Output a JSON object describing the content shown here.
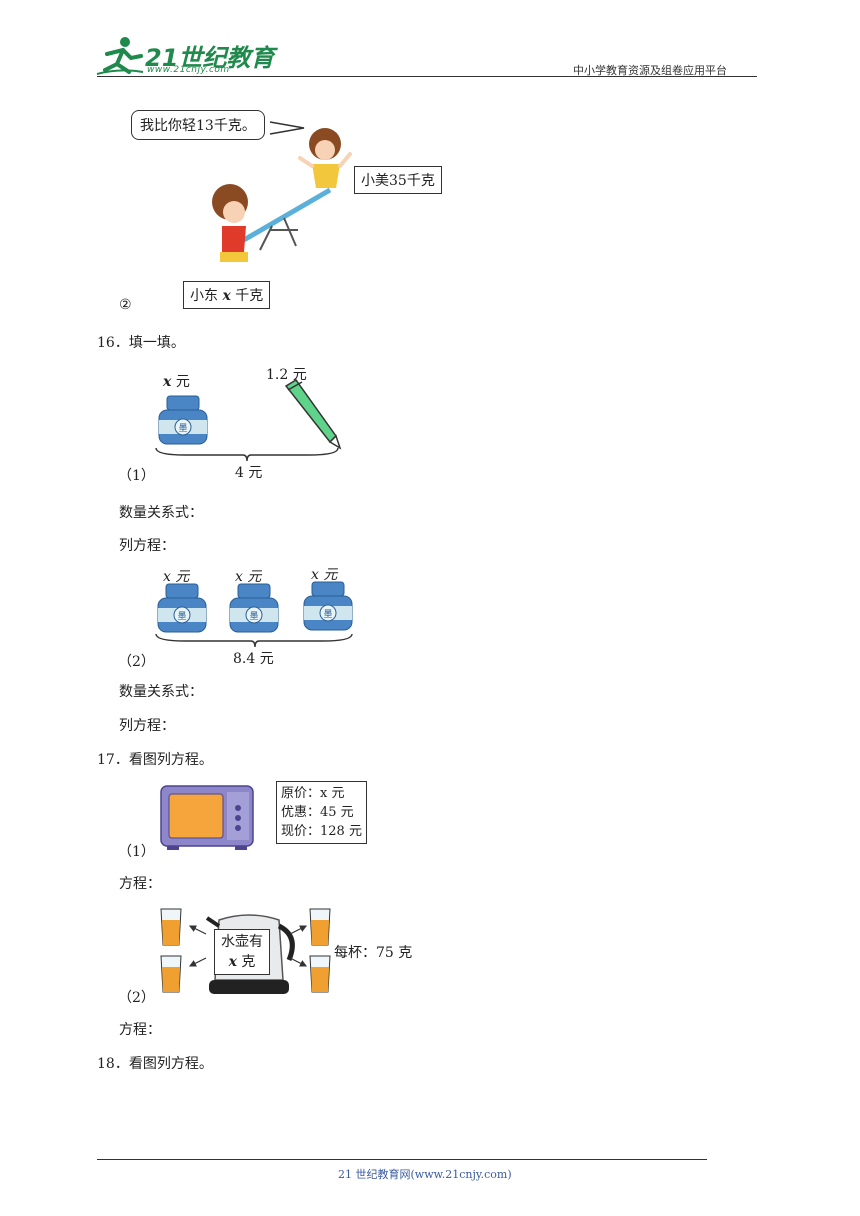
{
  "header": {
    "logo_num": "21世纪教育",
    "logo_url": "www.21cnjy.com",
    "site_tag": "中小学教育资源及组卷应用平台"
  },
  "seesaw": {
    "bubble": "我比你轻13千克。",
    "girl_label": "小美35千克",
    "boy_label_a": "小东",
    "boy_label_x": "x",
    "boy_label_b": "千克",
    "index": "②"
  },
  "q16": {
    "title": "16．填一填。",
    "p1": {
      "ink_price_x": "x",
      "ink_price_unit": "元",
      "pen_price": "1.2 元",
      "total": "4 元",
      "index": "（1）",
      "relation_label": "数量关系式：",
      "equation_label": "列方程："
    },
    "p2": {
      "ink_labels": [
        "x 元",
        "x 元",
        "x 元"
      ],
      "total": "8.4 元",
      "index": "（2）",
      "relation_label": "数量关系式：",
      "equation_label": "列方程："
    }
  },
  "q17": {
    "title": "17．看图列方程。",
    "p1": {
      "lines": [
        "原价：x 元",
        "优惠：45 元",
        "现价：128 元"
      ],
      "index": "（1）",
      "equation_label": "方程："
    },
    "p2": {
      "kettle_line1": "水壶有",
      "kettle_x": "x",
      "kettle_unit": "克",
      "per_cup": "每杯：75 克",
      "index": "（2）",
      "equation_label": "方程："
    }
  },
  "q18": {
    "title": "18．看图列方程。"
  },
  "footer": {
    "text": "21 世纪教育网(www.21cnjy.com)"
  },
  "colors": {
    "logo_green": "#1f8a4c",
    "footer_blue": "#3a5ba0",
    "ink_blue": "#4a86c5",
    "pen_green": "#5fd38a",
    "microwave_purple": "#8d86c9",
    "microwave_window": "#f6a43c",
    "juice": "#f0a030"
  }
}
